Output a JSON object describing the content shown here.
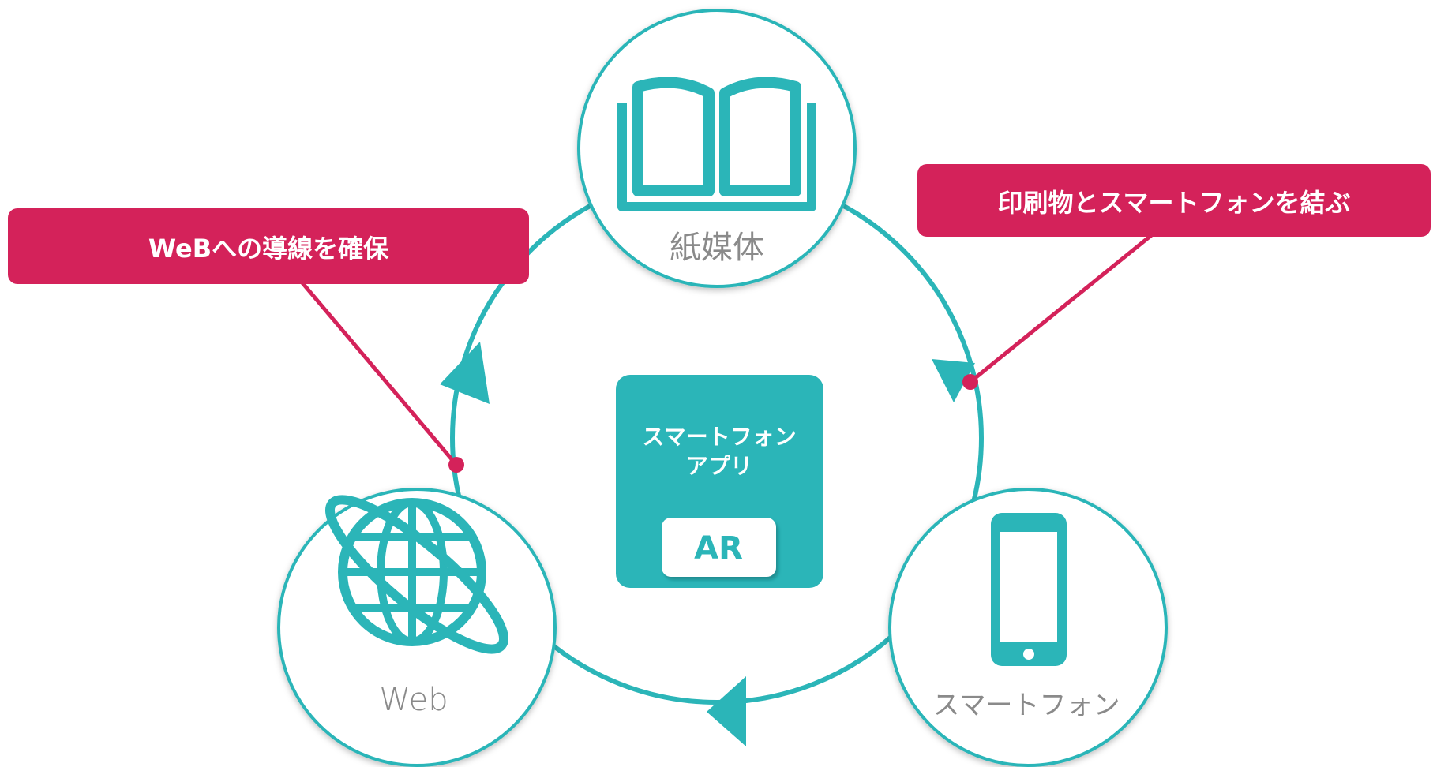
{
  "nodes": {
    "paper": {
      "label": "紙媒体",
      "icon": "open-book-icon"
    },
    "web": {
      "label": "Web",
      "icon": "globe-icon"
    },
    "smartphone": {
      "label": "スマートフォン",
      "icon": "smartphone-icon"
    }
  },
  "callouts": {
    "left": {
      "text": "WeBへの導線を確保"
    },
    "right": {
      "text": "印刷物とスマートフォンを結ぶ"
    }
  },
  "center": {
    "line1": "スマートフォン",
    "line2": "アプリ",
    "badge": "AR"
  },
  "colors": {
    "teal": "#2bb5b8",
    "magenta": "#d4225a",
    "label_gray": "#8a8a8a",
    "background": "#ffffff"
  }
}
